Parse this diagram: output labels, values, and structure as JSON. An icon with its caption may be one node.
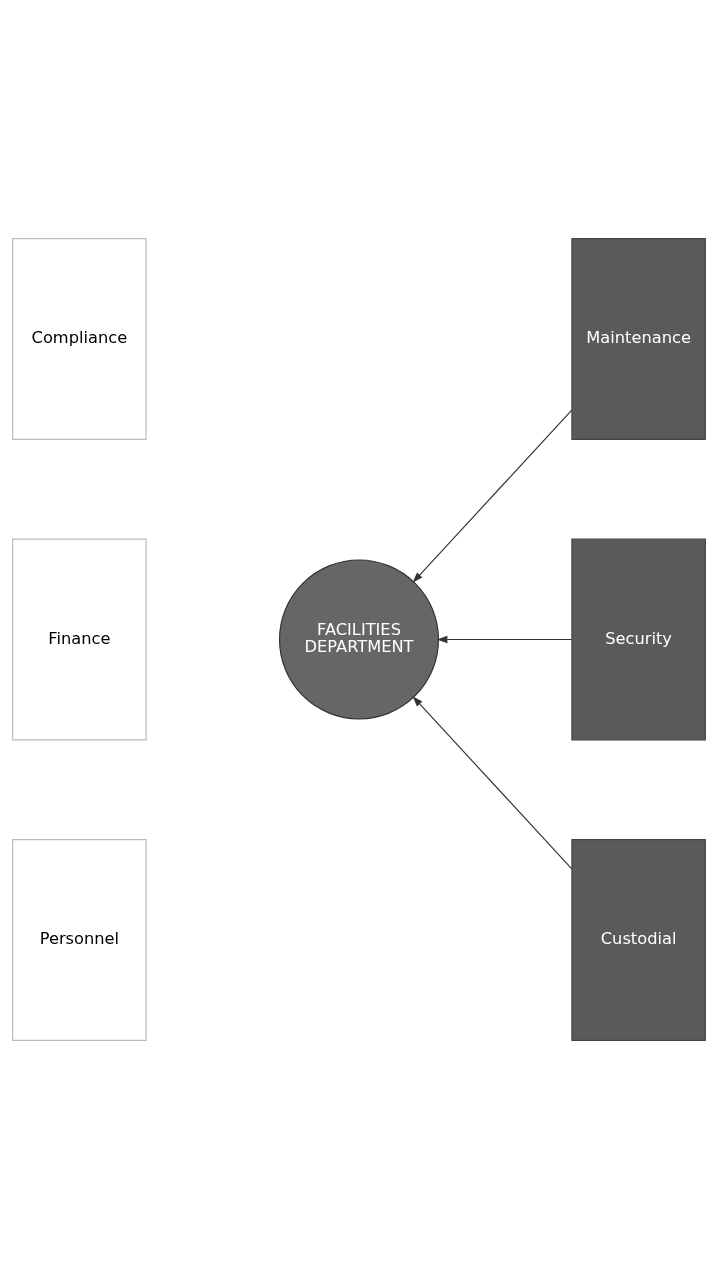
{
  "diagram": {
    "nodes": [
      {
        "text": [
          "Maintenance"
        ]
      },
      {
        "text": [
          "Security"
        ]
      },
      {
        "text": [
          "Custodial"
        ]
      },
      {
        "text": [
          "FACILITIES DEPARTMENT"
        ]
      },
      {
        "text": [
          "Compliance"
        ]
      },
      {
        "text": [
          "Finance"
        ]
      },
      {
        "text": [
          "Personnel"
        ]
      }
    ],
    "edges": [
      {
        "from": 0,
        "to": 3,
        "arrow": "to"
      },
      {
        "from": 1,
        "to": 3,
        "arrow": "to"
      },
      {
        "from": 2,
        "to": 3,
        "arrow": "to"
      }
    ]
  }
}
